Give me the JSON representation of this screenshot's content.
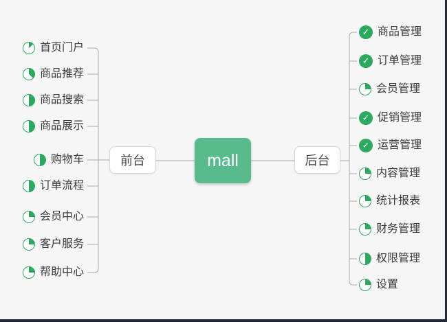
{
  "canvas": {
    "background": "#f6f6f6",
    "frame_border": "#232839"
  },
  "colors": {
    "icon_green": "#2aa95f",
    "center_node_green": "#57bb8b",
    "connector_line": "#a9a9a9",
    "text": "#3a3a3a"
  },
  "icons": {
    "done_glyph": "✓"
  },
  "center": {
    "label": "mall"
  },
  "left_branch": {
    "label": "前台",
    "items": [
      {
        "label": "首页门户",
        "progress": 0.125
      },
      {
        "label": "商品推荐",
        "progress": 0.375
      },
      {
        "label": "商品搜索",
        "progress": 0.5
      },
      {
        "label": "商品展示",
        "progress": 0.5
      },
      {
        "label": "购物车",
        "progress": 0.5
      },
      {
        "label": "订单流程",
        "progress": 0.5
      },
      {
        "label": "会员中心",
        "progress": 0.25
      },
      {
        "label": "客户服务",
        "progress": 0.25
      },
      {
        "label": "帮助中心",
        "progress": 0.25
      }
    ]
  },
  "right_branch": {
    "label": "后台",
    "items": [
      {
        "label": "商品管理",
        "progress": "done"
      },
      {
        "label": "订单管理",
        "progress": "done"
      },
      {
        "label": "会员管理",
        "progress": 0.25
      },
      {
        "label": "促销管理",
        "progress": "done"
      },
      {
        "label": "运营管理",
        "progress": "done"
      },
      {
        "label": "内容管理",
        "progress": 0.25
      },
      {
        "label": "统计报表",
        "progress": 0.25
      },
      {
        "label": "财务管理",
        "progress": 0.25
      },
      {
        "label": "权限管理",
        "progress": 0.5
      },
      {
        "label": "设置",
        "progress": 0.25
      }
    ]
  }
}
